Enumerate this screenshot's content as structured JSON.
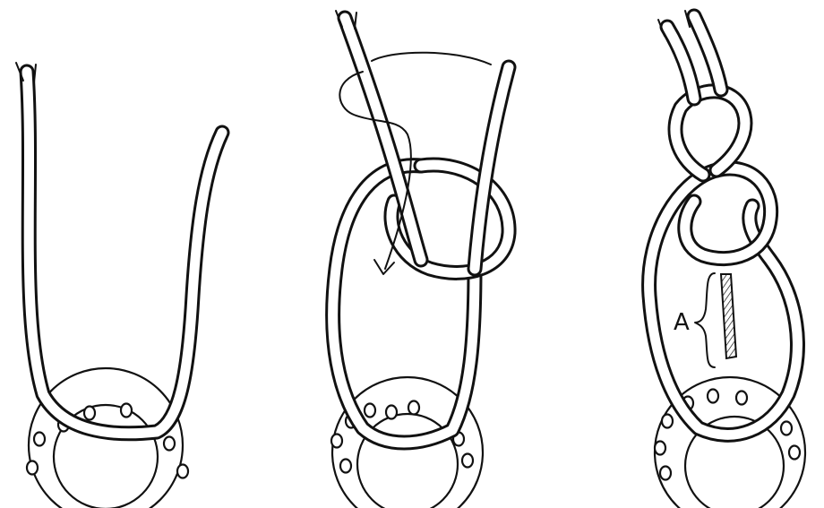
{
  "diagram": {
    "panels": [
      {
        "id": "step-1"
      },
      {
        "id": "step-2"
      },
      {
        "id": "step-3"
      }
    ],
    "annotation_label": "A"
  }
}
